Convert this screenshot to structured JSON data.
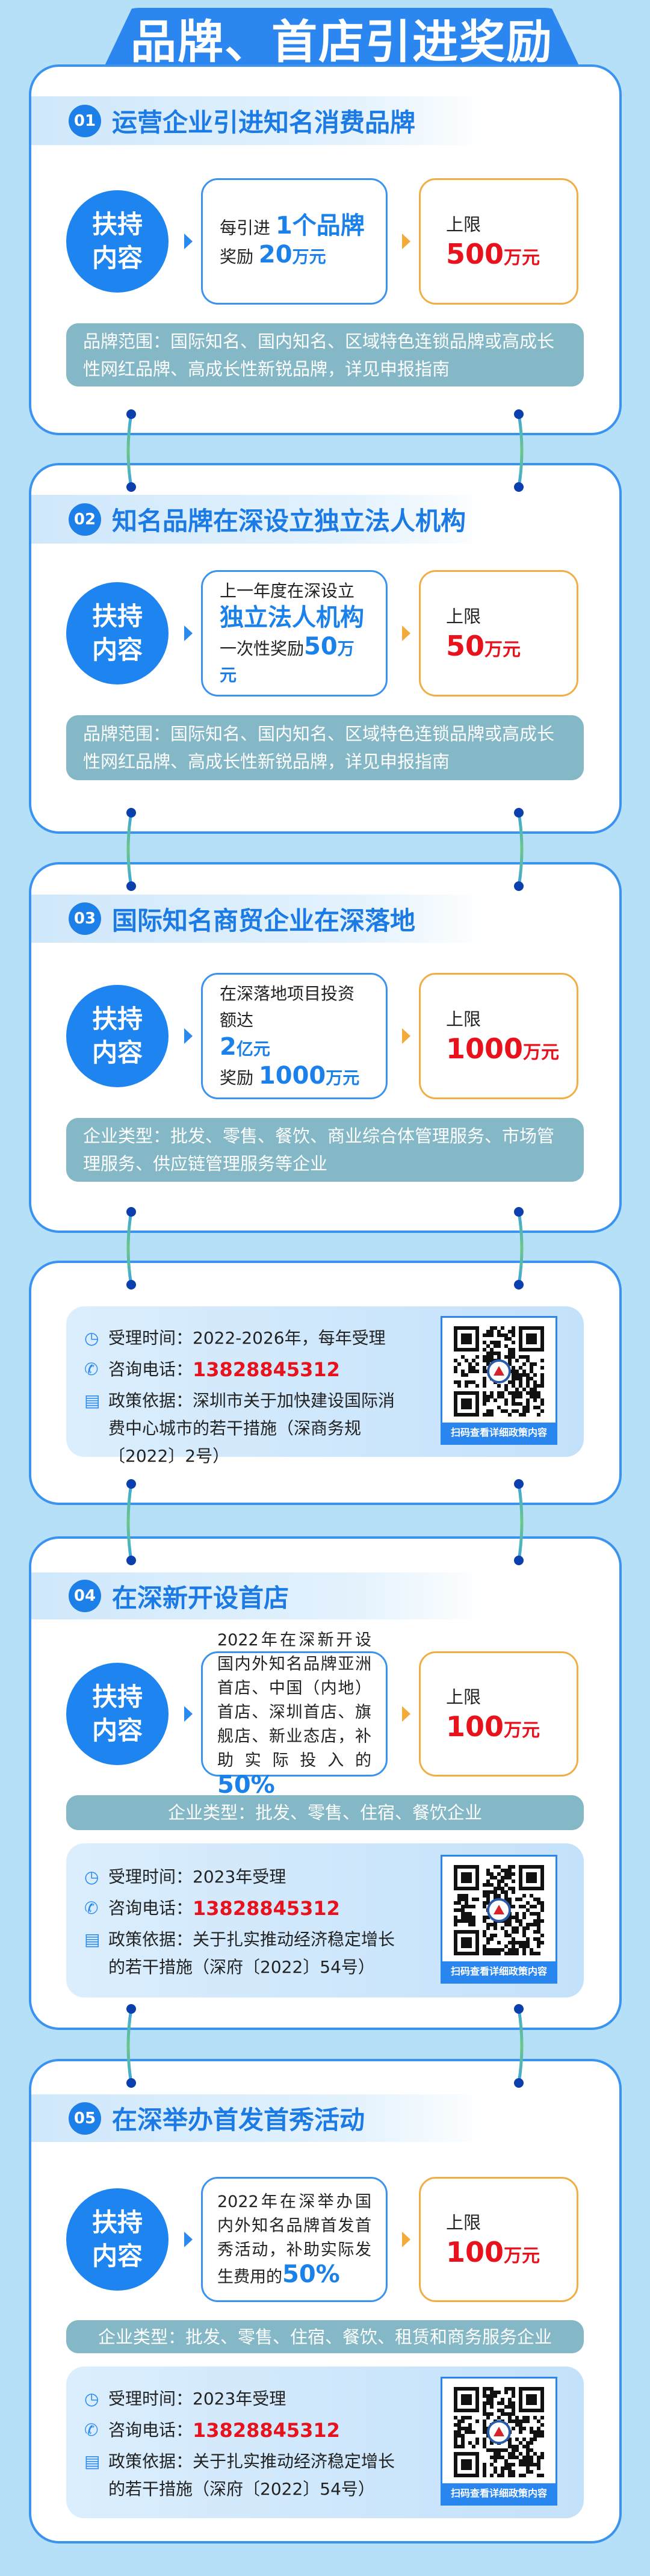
{
  "header": {
    "title": "品牌、首店引进奖励"
  },
  "colors": {
    "accent": "#2b87ef",
    "limit_red": "#e8121c",
    "orange": "#f0ae45",
    "note_bg": "#84b8c6"
  },
  "cards": [
    {
      "num": "01",
      "title": "运营企业引进知名消费品牌",
      "support_label": [
        "扶持",
        "内容"
      ],
      "content": [
        [
          {
            "t": "每引进 "
          },
          {
            "t": "1个品牌",
            "hl": "big"
          }
        ],
        [
          {
            "t": "奖励 "
          },
          {
            "t": "20",
            "hl": "big"
          },
          {
            "t": "万元",
            "hl": "unit"
          }
        ]
      ],
      "limit_label": "上限",
      "limit_value": "500",
      "limit_unit": "万元",
      "note": "品牌范围：国际知名、国内知名、区域特色连锁品牌或高成长性网红品牌、高成长性新锐品牌，详见申报指南"
    },
    {
      "num": "02",
      "title": "知名品牌在深设立独立法人机构",
      "support_label": [
        "扶持",
        "内容"
      ],
      "content": [
        [
          {
            "t": "上一年度在深设立"
          }
        ],
        [
          {
            "t": "独立法人机构",
            "hl": "big"
          }
        ],
        [
          {
            "t": "一次性奖励"
          },
          {
            "t": "50",
            "hl": "big"
          },
          {
            "t": "万元",
            "hl": "unit"
          }
        ]
      ],
      "limit_label": "上限",
      "limit_value": "50",
      "limit_unit": "万元",
      "note": "品牌范围：国际知名、国内知名、区域特色连锁品牌或高成长性网红品牌、高成长性新锐品牌，详见申报指南"
    },
    {
      "num": "03",
      "title": "国际知名商贸企业在深落地",
      "support_label": [
        "扶持",
        "内容"
      ],
      "content": [
        [
          {
            "t": "在深落地项目投资额达"
          }
        ],
        [
          {
            "t": "2",
            "hl": "big"
          },
          {
            "t": "亿元",
            "hl": "unit"
          }
        ],
        [
          {
            "t": "奖励 "
          },
          {
            "t": "1000",
            "hl": "big"
          },
          {
            "t": "万元",
            "hl": "unit"
          }
        ]
      ],
      "limit_label": "上限",
      "limit_value": "1000",
      "limit_unit": "万元",
      "note": "企业类型：批发、零售、餐饮、商业综合体管理服务、市场管理服务、供应链管理服务等企业"
    },
    {
      "info": {
        "time": "受理时间：2022-2026年，每年受理",
        "phone_label": "咨询电话：",
        "phone": "13828845312",
        "basis": "政策依据：深圳市关于加快建设国际消费中心城市的若干措施（深商务规〔2022〕2号）",
        "qr_caption": "扫码查看详细政策内容"
      }
    },
    {
      "num": "04",
      "title": "在深新开设首店",
      "support_label": [
        "扶持",
        "内容"
      ],
      "dense": true,
      "content": [
        [
          {
            "t": "2022年在深新开设国内外知名品牌亚洲首店、中国（内地）首店、深圳首店、旗舰店、新业态店，补助实际投入的"
          },
          {
            "t": "50%",
            "hl": "big"
          }
        ]
      ],
      "limit_label": "上限",
      "limit_value": "100",
      "limit_unit": "万元",
      "note": "企业类型：批发、零售、住宿、餐饮企业",
      "note_center": true,
      "info": {
        "time": "受理时间：2023年受理",
        "phone_label": "咨询电话：",
        "phone": "13828845312",
        "basis": "政策依据：关于扎实推动经济稳定增长的若干措施（深府〔2022〕54号）",
        "qr_caption": "扫码查看详细政策内容"
      }
    },
    {
      "num": "05",
      "title": "在深举办首发首秀活动",
      "support_label": [
        "扶持",
        "内容"
      ],
      "dense": true,
      "content": [
        [
          {
            "t": "2022年在深举办国内外知名品牌首发首秀活动，补助实际发生费用的"
          },
          {
            "t": "50%",
            "hl": "big"
          }
        ]
      ],
      "limit_label": "上限",
      "limit_value": "100",
      "limit_unit": "万元",
      "note": "企业类型：批发、零售、住宿、餐饮、租赁和商务服务企业",
      "note_center": true,
      "info": {
        "time": "受理时间：2023年受理",
        "phone_label": "咨询电话：",
        "phone": "13828845312",
        "basis": "政策依据：关于扎实推动经济稳定增长的若干措施（深府〔2022〕54号）",
        "qr_caption": "扫码查看详细政策内容"
      }
    }
  ]
}
